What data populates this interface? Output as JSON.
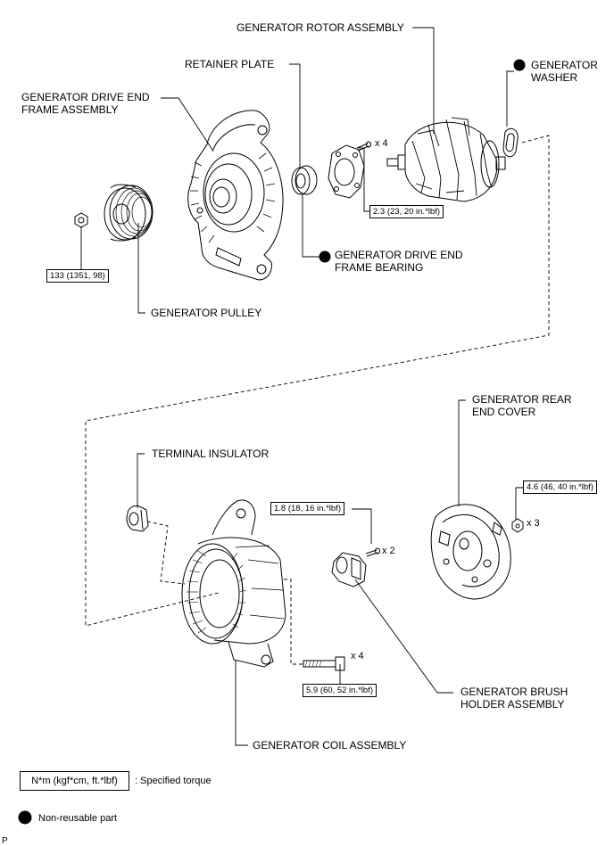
{
  "labels": {
    "generator_rotor_assembly": "GENERATOR ROTOR ASSEMBLY",
    "retainer_plate": "RETAINER PLATE",
    "generator_washer": "GENERATOR\nWASHER",
    "generator_drive_end_frame_assembly": "GENERATOR DRIVE END\nFRAME ASSEMBLY",
    "generator_drive_end_frame_bearing": "GENERATOR DRIVE END\nFRAME BEARING",
    "generator_pulley": "GENERATOR PULLEY",
    "generator_rear_end_cover": "GENERATOR REAR\nEND COVER",
    "terminal_insulator": "TERMINAL INSULATOR",
    "generator_brush_holder_assembly": "GENERATOR BRUSH\nHOLDER ASSEMBLY",
    "generator_coil_assembly": "GENERATOR COIL ASSEMBLY"
  },
  "torques": {
    "pulley_nut": "133 (1351, 98)",
    "retainer_screw": "2.3 (23, 20 in.*lbf)",
    "rear_cover_nut": "4.6 (46, 40 in.*lbf)",
    "brush_holder_screw": "1.8 (18, 16 in.*lbf)",
    "coil_bolt": "5.9 (60, 52 in.*lbf)"
  },
  "quantities": {
    "retainer_screw": "x 4",
    "rear_cover_nut": "x 3",
    "brush_holder_screw": "x 2",
    "coil_bolt": "x 4"
  },
  "legend": {
    "torque_box": "N*m (kgf*cm, ft.*lbf)",
    "torque_text": ": Specified torque",
    "non_reusable_text": "Non-reusable part"
  },
  "footer_code": "P",
  "colors": {
    "line": "#000000",
    "background": "#ffffff"
  }
}
